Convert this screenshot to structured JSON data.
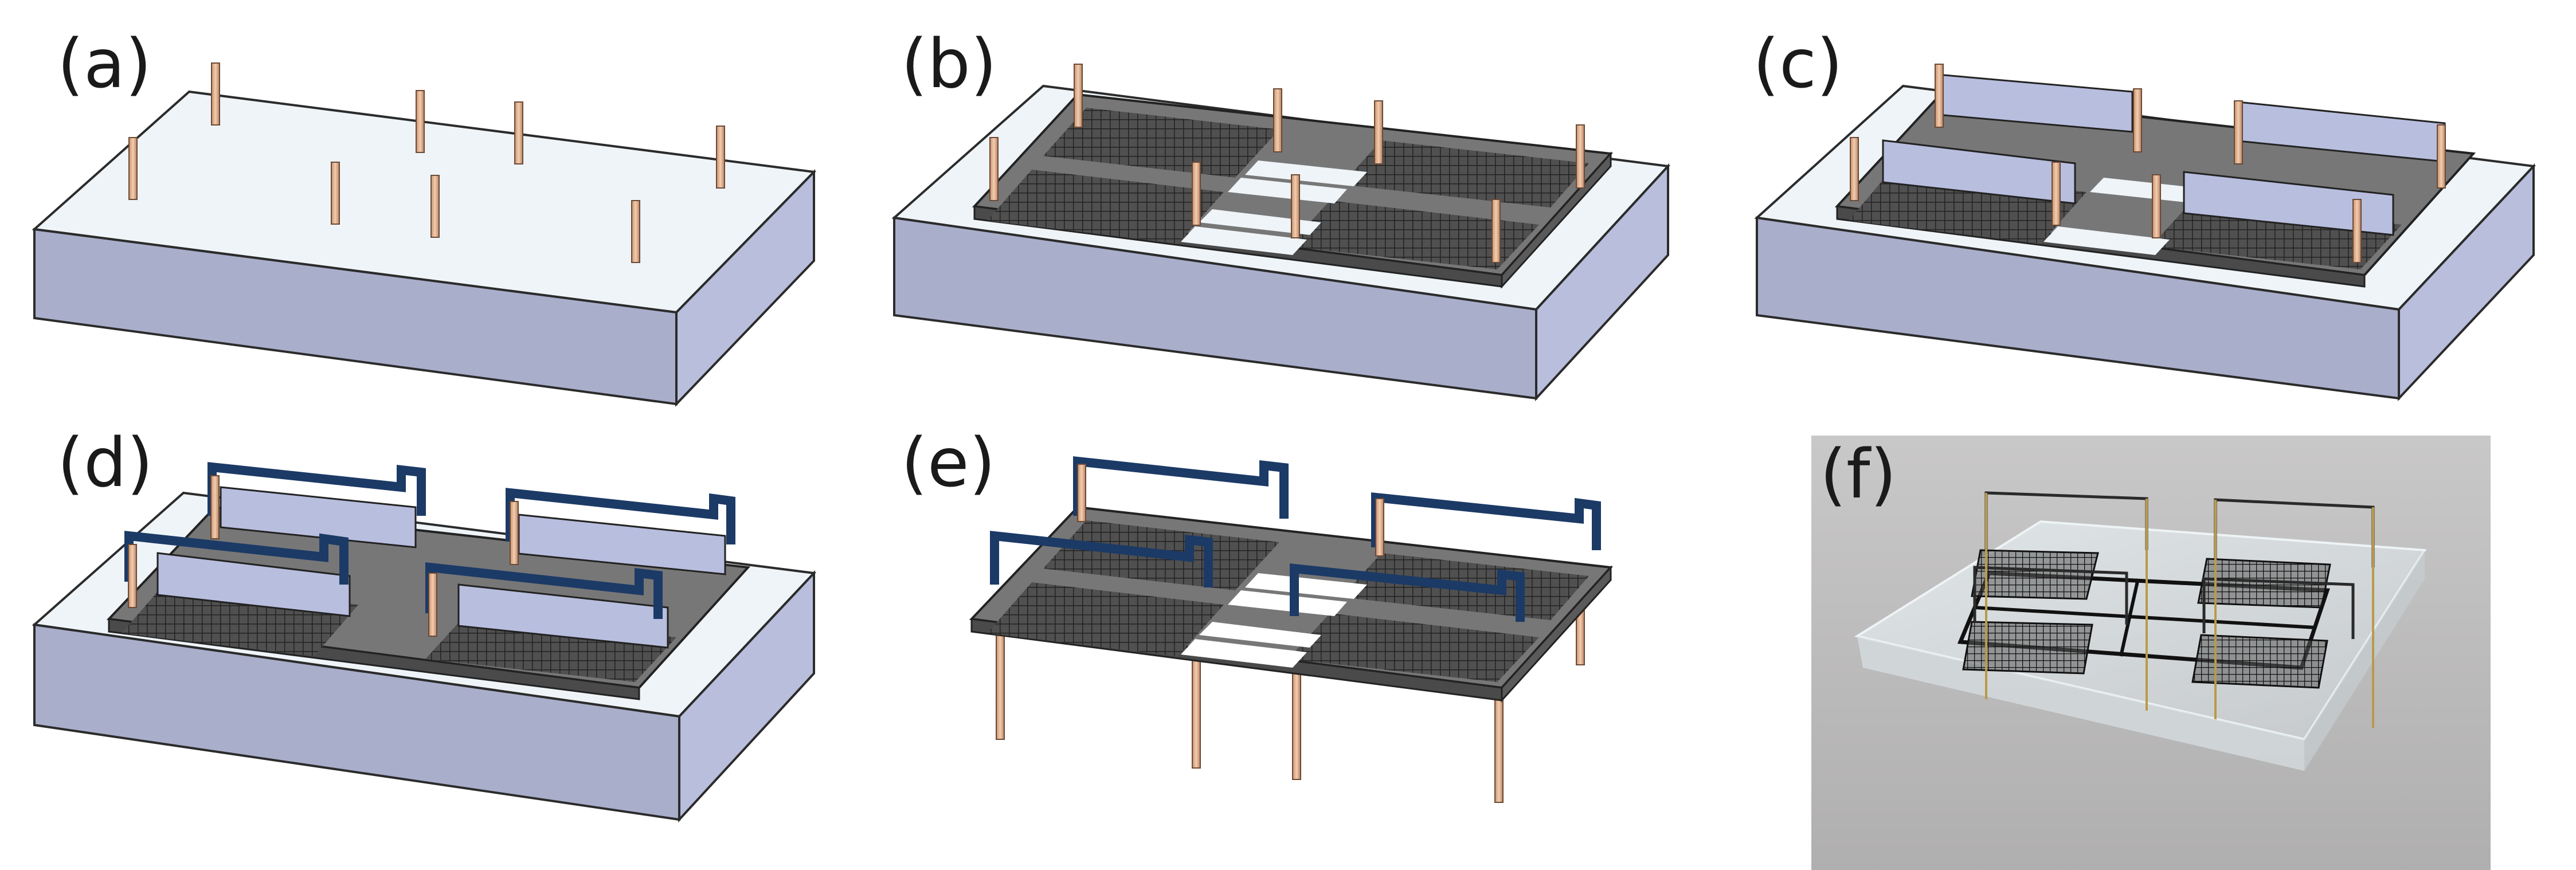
{
  "figure": {
    "panels": [
      {
        "id": "a",
        "label": "(a)"
      },
      {
        "id": "b",
        "label": "(b)"
      },
      {
        "id": "c",
        "label": "(c)"
      },
      {
        "id": "d",
        "label": "(d)"
      },
      {
        "id": "e",
        "label": "(e)"
      },
      {
        "id": "f",
        "label": "(f)"
      }
    ]
  },
  "colors": {
    "block_top": "#eef4f8",
    "block_front": "#a9aecb",
    "block_side": "#b9bedc",
    "outline": "#2b2b2b",
    "frame": "#6e6e6e",
    "frame_dark": "#4a4a4a",
    "mesh": "#3a3a3a",
    "pin": "#e8b896",
    "pin_dark": "#b07e5c",
    "wall": "#b8bede",
    "bridge": "#1c3a66",
    "photo_bg": "#bdbcbc"
  },
  "icons": [
    "copper-pin-icon",
    "mesh-grid-icon"
  ]
}
